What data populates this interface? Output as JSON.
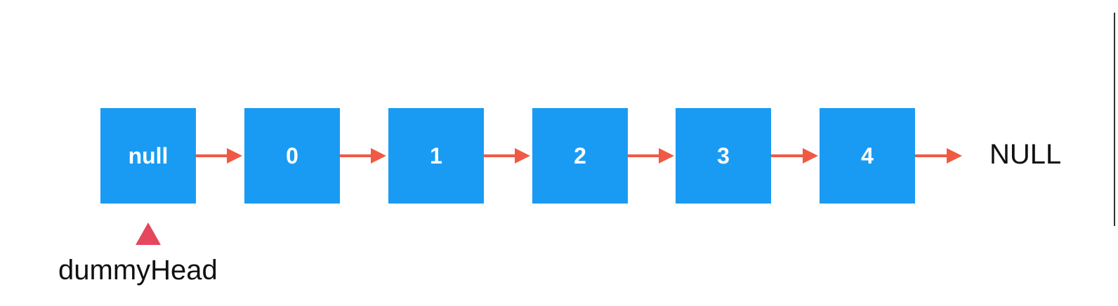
{
  "diagram": {
    "nodes": [
      {
        "label": "null"
      },
      {
        "label": "0"
      },
      {
        "label": "1"
      },
      {
        "label": "2"
      },
      {
        "label": "3"
      },
      {
        "label": "4"
      }
    ],
    "terminal": "NULL",
    "pointer": {
      "label": "dummyHead"
    },
    "colors": {
      "node": "#1a9bf3",
      "arrow": "#f05a45",
      "pointer": "#e5475d"
    }
  }
}
